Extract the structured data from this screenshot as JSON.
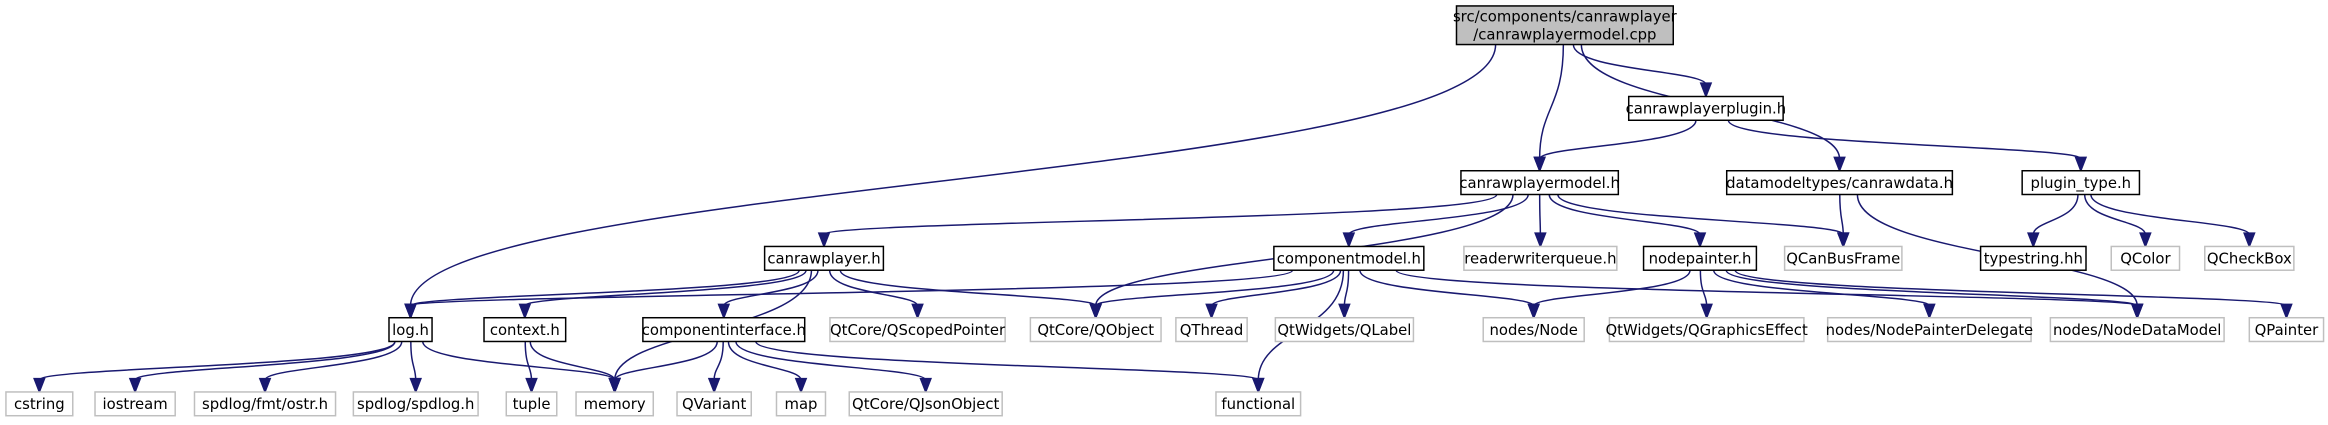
{
  "colors": {
    "edge": "#191970",
    "root_fill": "#bfbfbf",
    "root_border": "#000000",
    "doc_border": "#000000",
    "ext_border": "#bfbfbf",
    "node_fill": "#ffffff"
  },
  "nodes": [
    {
      "id": "root",
      "kind": "root",
      "lines": [
        "src/components/canrawplayer",
        "/canrawplayermodel.cpp"
      ]
    },
    {
      "id": "canrawplayerplugin",
      "kind": "doc",
      "lines": [
        "canrawplayerplugin.h"
      ]
    },
    {
      "id": "canrawplayermodel",
      "kind": "doc",
      "lines": [
        "canrawplayermodel.h"
      ]
    },
    {
      "id": "canrawdata",
      "kind": "doc",
      "lines": [
        "datamodeltypes/canrawdata.h"
      ]
    },
    {
      "id": "plugin_type",
      "kind": "doc",
      "lines": [
        "plugin_type.h"
      ]
    },
    {
      "id": "canrawplayer",
      "kind": "doc",
      "lines": [
        "canrawplayer.h"
      ]
    },
    {
      "id": "componentmodel",
      "kind": "doc",
      "lines": [
        "componentmodel.h"
      ]
    },
    {
      "id": "readerwriterqueue",
      "kind": "ext",
      "lines": [
        "readerwriterqueue.h"
      ]
    },
    {
      "id": "nodepainter",
      "kind": "doc",
      "lines": [
        "nodepainter.h"
      ]
    },
    {
      "id": "qcanbusframe",
      "kind": "ext",
      "lines": [
        "QCanBusFrame"
      ]
    },
    {
      "id": "typestring",
      "kind": "doc",
      "lines": [
        "typestring.hh"
      ]
    },
    {
      "id": "qcolor",
      "kind": "ext",
      "lines": [
        "QColor"
      ]
    },
    {
      "id": "qcheckbox",
      "kind": "ext",
      "lines": [
        "QCheckBox"
      ]
    },
    {
      "id": "log",
      "kind": "doc",
      "lines": [
        "log.h"
      ]
    },
    {
      "id": "context",
      "kind": "doc",
      "lines": [
        "context.h"
      ]
    },
    {
      "id": "componentinterface",
      "kind": "doc",
      "lines": [
        "componentinterface.h"
      ]
    },
    {
      "id": "qscopedpointer",
      "kind": "ext",
      "lines": [
        "QtCore/QScopedPointer"
      ]
    },
    {
      "id": "qobject",
      "kind": "ext",
      "lines": [
        "QtCore/QObject"
      ]
    },
    {
      "id": "qthread",
      "kind": "ext",
      "lines": [
        "QThread"
      ]
    },
    {
      "id": "qlabel",
      "kind": "ext",
      "lines": [
        "QtWidgets/QLabel"
      ]
    },
    {
      "id": "nodes_node",
      "kind": "ext",
      "lines": [
        "nodes/Node"
      ]
    },
    {
      "id": "qgraphicseffect",
      "kind": "ext",
      "lines": [
        "QtWidgets/QGraphicsEffect"
      ]
    },
    {
      "id": "nodepainterdelegate",
      "kind": "ext",
      "lines": [
        "nodes/NodePainterDelegate"
      ]
    },
    {
      "id": "nodedatamodel",
      "kind": "ext",
      "lines": [
        "nodes/NodeDataModel"
      ]
    },
    {
      "id": "qpainter",
      "kind": "ext",
      "lines": [
        "QPainter"
      ]
    },
    {
      "id": "cstring",
      "kind": "ext",
      "lines": [
        "cstring"
      ]
    },
    {
      "id": "iostream",
      "kind": "ext",
      "lines": [
        "iostream"
      ]
    },
    {
      "id": "ostr",
      "kind": "ext",
      "lines": [
        "spdlog/fmt/ostr.h"
      ]
    },
    {
      "id": "spdlog",
      "kind": "ext",
      "lines": [
        "spdlog/spdlog.h"
      ]
    },
    {
      "id": "memory",
      "kind": "ext",
      "lines": [
        "memory"
      ]
    },
    {
      "id": "tuple",
      "kind": "ext",
      "lines": [
        "tuple"
      ]
    },
    {
      "id": "qvariant",
      "kind": "ext",
      "lines": [
        "QVariant"
      ]
    },
    {
      "id": "map",
      "kind": "ext",
      "lines": [
        "map"
      ]
    },
    {
      "id": "qjsonobject",
      "kind": "ext",
      "lines": [
        "QtCore/QJsonObject"
      ]
    },
    {
      "id": "functional",
      "kind": "ext",
      "lines": [
        "functional"
      ]
    }
  ],
  "edges": [
    [
      "root",
      "canrawplayerplugin"
    ],
    [
      "root",
      "canrawplayermodel"
    ],
    [
      "root",
      "canrawdata"
    ],
    [
      "root",
      "log"
    ],
    [
      "canrawplayerplugin",
      "canrawplayermodel"
    ],
    [
      "canrawplayerplugin",
      "plugin_type"
    ],
    [
      "canrawplayermodel",
      "canrawplayer"
    ],
    [
      "canrawplayermodel",
      "componentmodel"
    ],
    [
      "canrawplayermodel",
      "readerwriterqueue"
    ],
    [
      "canrawplayermodel",
      "nodepainter"
    ],
    [
      "canrawplayermodel",
      "qcanbusframe"
    ],
    [
      "canrawplayermodel",
      "qobject"
    ],
    [
      "canrawdata",
      "qcanbusframe"
    ],
    [
      "canrawdata",
      "nodedatamodel"
    ],
    [
      "plugin_type",
      "typestring"
    ],
    [
      "plugin_type",
      "qcolor"
    ],
    [
      "plugin_type",
      "qcheckbox"
    ],
    [
      "canrawplayer",
      "log"
    ],
    [
      "canrawplayer",
      "context"
    ],
    [
      "canrawplayer",
      "componentinterface"
    ],
    [
      "canrawplayer",
      "qscopedpointer"
    ],
    [
      "canrawplayer",
      "qobject"
    ],
    [
      "canrawplayer",
      "memory"
    ],
    [
      "componentmodel",
      "log"
    ],
    [
      "componentmodel",
      "qobject"
    ],
    [
      "componentmodel",
      "qthread"
    ],
    [
      "componentmodel",
      "qlabel"
    ],
    [
      "componentmodel",
      "nodes_node"
    ],
    [
      "componentmodel",
      "nodedatamodel"
    ],
    [
      "componentmodel",
      "functional"
    ],
    [
      "nodepainter",
      "nodes_node"
    ],
    [
      "nodepainter",
      "qgraphicseffect"
    ],
    [
      "nodepainter",
      "nodepainterdelegate"
    ],
    [
      "nodepainter",
      "nodedatamodel"
    ],
    [
      "nodepainter",
      "qpainter"
    ],
    [
      "log",
      "cstring"
    ],
    [
      "log",
      "iostream"
    ],
    [
      "log",
      "ostr"
    ],
    [
      "log",
      "spdlog"
    ],
    [
      "log",
      "memory"
    ],
    [
      "context",
      "tuple"
    ],
    [
      "context",
      "memory"
    ],
    [
      "componentinterface",
      "memory"
    ],
    [
      "componentinterface",
      "qvariant"
    ],
    [
      "componentinterface",
      "map"
    ],
    [
      "componentinterface",
      "qjsonobject"
    ],
    [
      "componentinterface",
      "functional"
    ]
  ]
}
